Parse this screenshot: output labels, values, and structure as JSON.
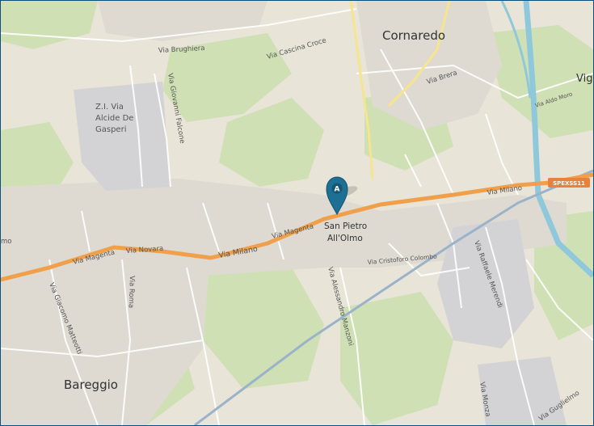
{
  "map": {
    "colors": {
      "land": "#e9e4d8",
      "green": "#cfe0b4",
      "urban": "#dedad2",
      "industrial": "#d3d3d6",
      "main_road": "#f0a04a",
      "secondary_road": "#f6e58d",
      "canal": "#8fc8da",
      "railway": "#9ab3c9",
      "marker": "#1d6f94"
    },
    "places": {
      "cornaredo": "Cornaredo",
      "bareggio": "Bareggio",
      "vig": "Vig",
      "zone_line1": "Z.I. Via",
      "zone_line2": "Alcide De",
      "zone_line3": "Gasperi"
    },
    "streets": {
      "brughiera": "Via Brughiera",
      "cascina_croce": "Via Cascina Croce",
      "brera": "Via Brera",
      "aldo_moro": "Via Aldo Moro",
      "giovanni_falcone": "Via Giovanni Falcone",
      "milano_east": "Via Milano",
      "milano_west": "Via Milano",
      "magenta_center": "Via Magenta",
      "magenta_west": "Via Magenta",
      "novara": "Via Novara",
      "edge_mo": "mo",
      "cristoforo_colombo": "Via Cristoforo Colombo",
      "alessandro_manzoni": "Via Alessandro Manzoni",
      "raffaele_merendi": "Via Raffaele Merendi",
      "giacomo_matteotti": "Via Giacomo Matteotti",
      "roma": "Via Roma",
      "monza": "Via Monza",
      "guglielmo": "Via Guglielmo",
      "shield": "SPEXSS11"
    },
    "marker": {
      "letter": "A",
      "label_line1": "San Pietro",
      "label_line2": "All'Olmo"
    }
  }
}
